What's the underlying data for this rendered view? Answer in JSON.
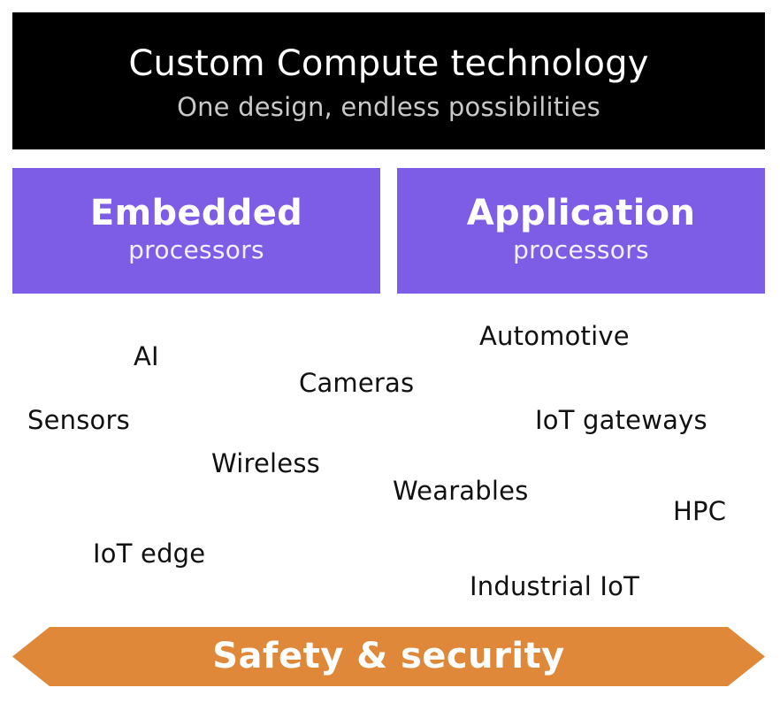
{
  "header": {
    "title": "Custom Compute technology",
    "subtitle": "One design, endless possibilities"
  },
  "boxes": [
    {
      "title": "Embedded",
      "subtitle": "processors"
    },
    {
      "title": "Application",
      "subtitle": "processors"
    }
  ],
  "applications": [
    "AI",
    "Sensors",
    "Wireless",
    "Cameras",
    "IoT edge",
    "Wearables",
    "Automotive",
    "IoT gateways",
    "HPC",
    "Industrial IoT"
  ],
  "banner": {
    "label": "Safety & security"
  },
  "colors": {
    "header_bg": "#000000",
    "processor_box": "#7d5ce6",
    "banner_arrow": "#e0883a",
    "text": "#111111"
  }
}
